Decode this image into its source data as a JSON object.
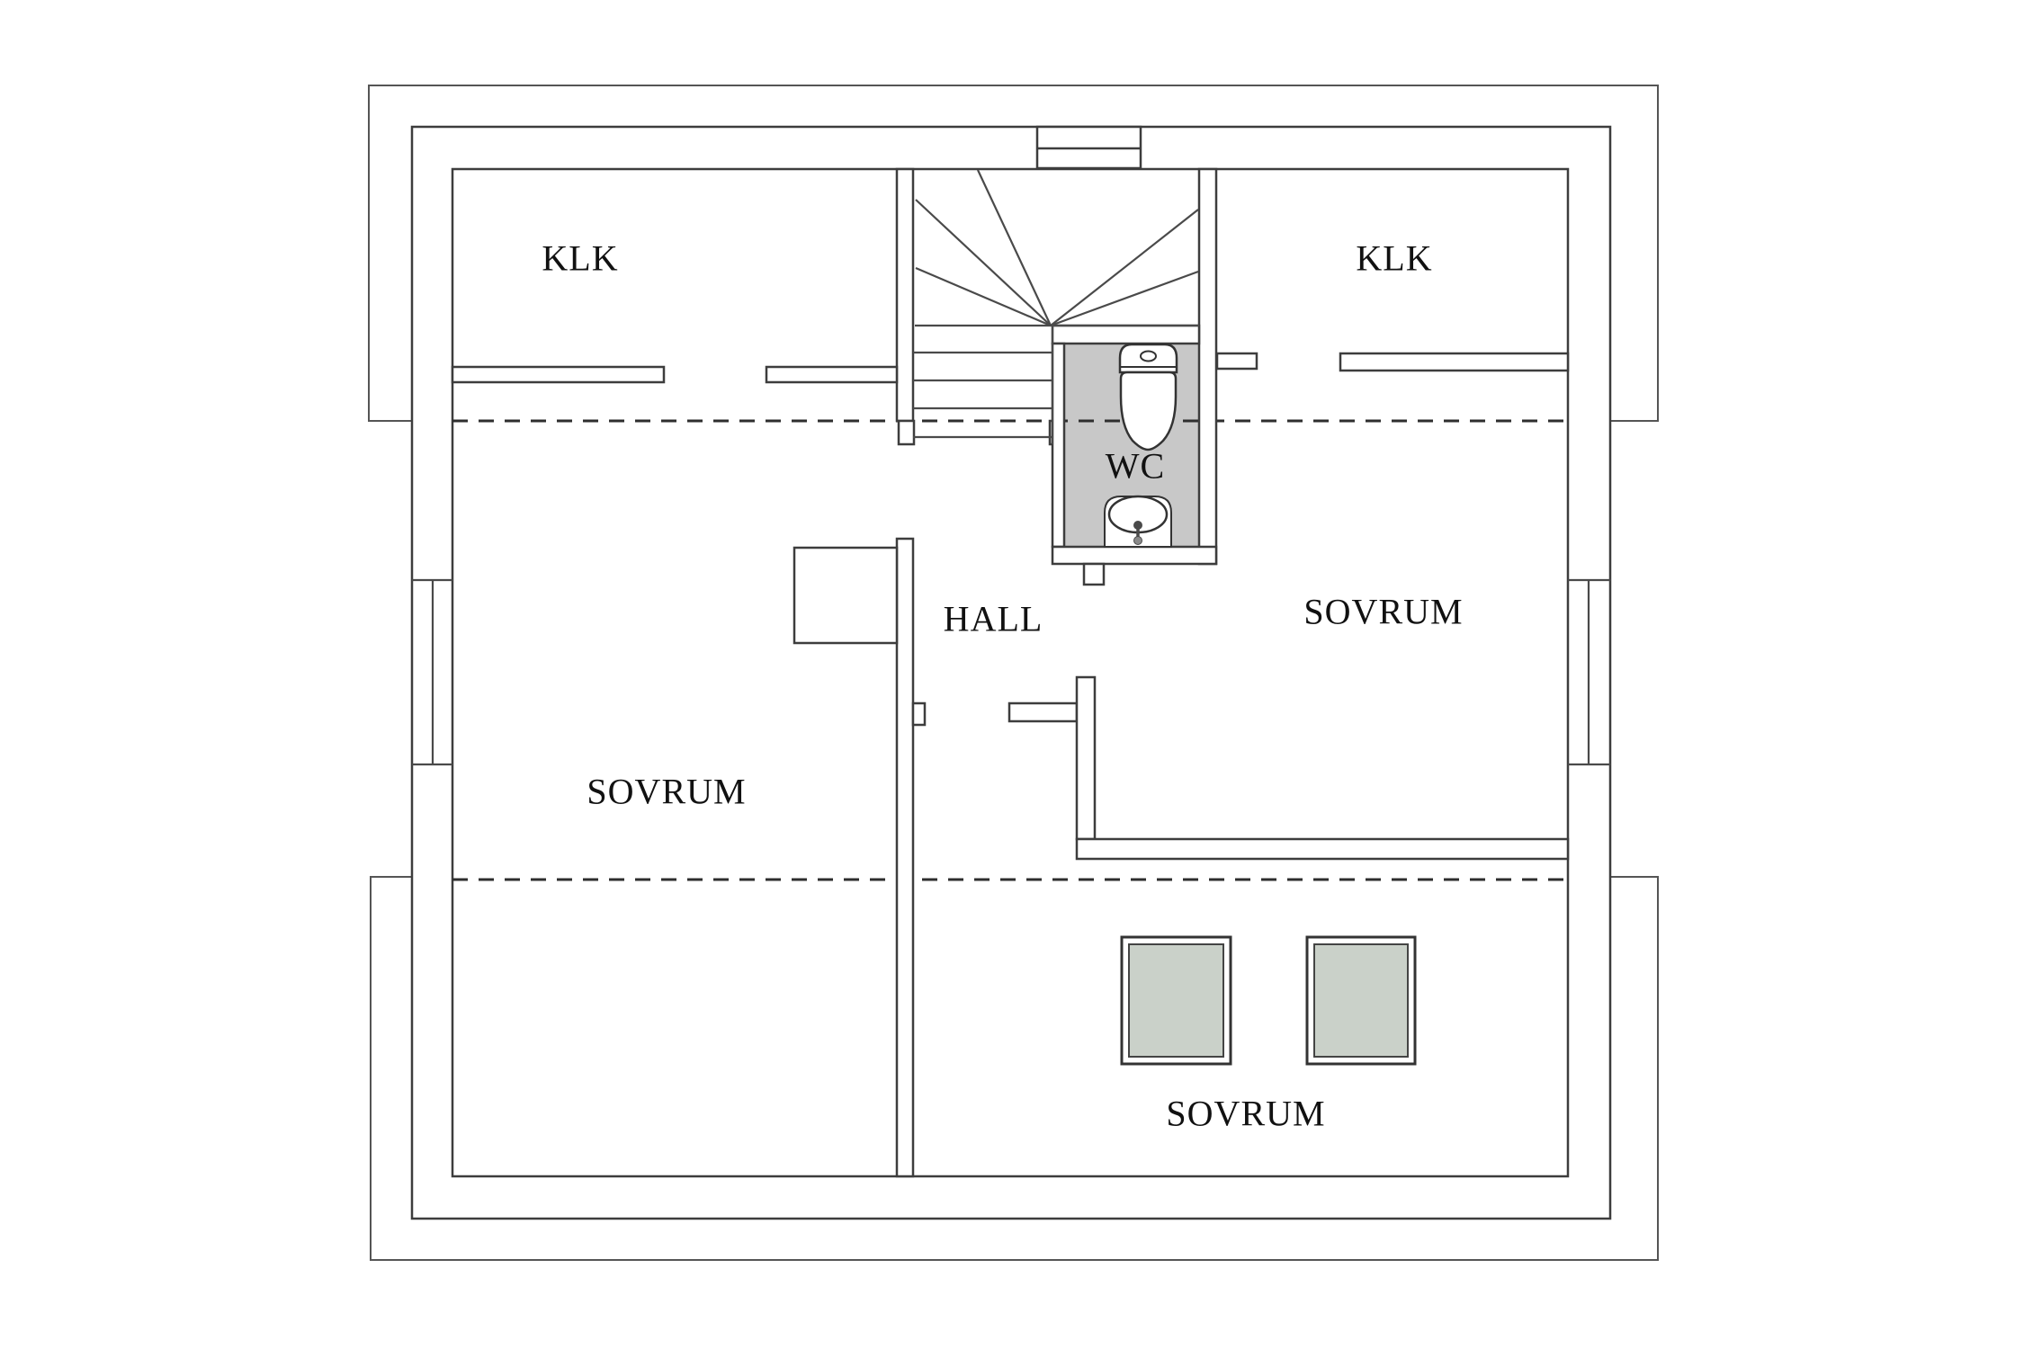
{
  "floorplan": {
    "rooms": {
      "klk_left": "KLK",
      "klk_right": "KLK",
      "wc": "WC",
      "hall": "HALL",
      "sovrum_left": "SOVRUM",
      "sovrum_right": "SOVRUM",
      "sovrum_bottom": "SOVRUM"
    },
    "colors": {
      "wc_floor": "#c8c8c8",
      "skylight_glass": "#cad1c9",
      "wall_line": "#3d3d3d",
      "label_text": "#111111"
    }
  }
}
